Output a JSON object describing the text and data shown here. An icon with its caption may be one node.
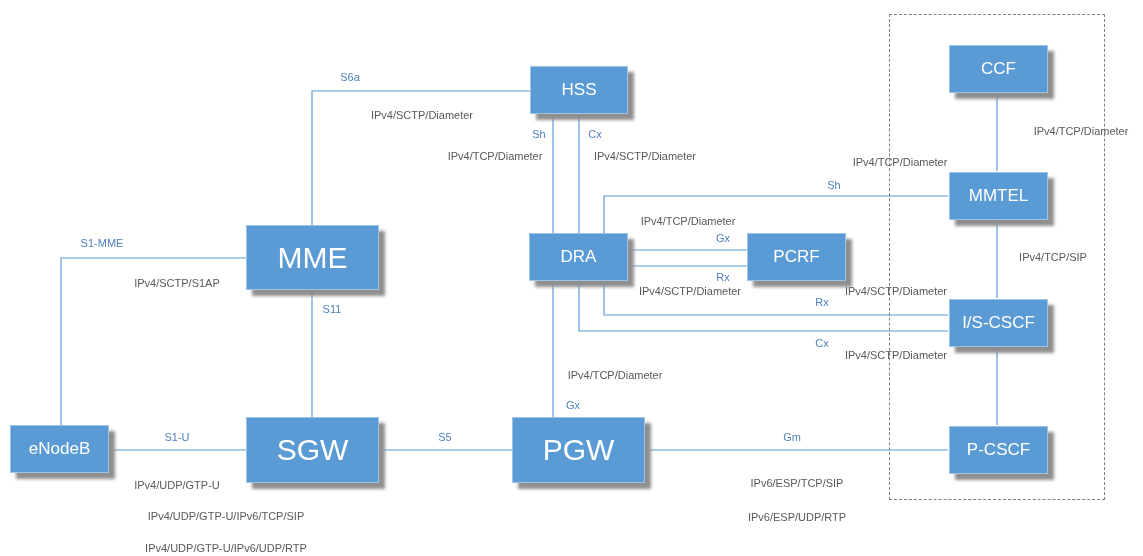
{
  "diagram": {
    "nodes": [
      {
        "text": [
          "HSS"
        ]
      },
      {
        "text": [
          "MME"
        ]
      },
      {
        "text": [
          "DRA"
        ]
      },
      {
        "text": [
          "PCRF"
        ]
      },
      {
        "text": [
          "eNodeB"
        ]
      },
      {
        "text": [
          "SGW"
        ]
      },
      {
        "text": [
          "PGW"
        ]
      },
      {
        "text": [],
        "shape": "box"
      },
      {
        "text": [
          "CCF"
        ],
        "in": 7
      },
      {
        "text": [
          "MMTEL"
        ],
        "in": 7
      },
      {
        "text": [
          "I/S-CSCF"
        ],
        "in": 7
      },
      {
        "text": [
          "P-CSCF"
        ],
        "in": 7
      }
    ],
    "edges": [
      {
        "from": 1,
        "to": 0,
        "arrow": "none",
        "label": "S6a"
      },
      {
        "from": 0,
        "to": 2,
        "arrow": "none",
        "label": "Sh"
      },
      {
        "from": 0,
        "to": 2,
        "arrow": "none",
        "label": "Cx"
      },
      {
        "from": 2,
        "to": 9,
        "arrow": "none",
        "label": "Sh"
      },
      {
        "from": 2,
        "to": 3,
        "arrow": "none",
        "label": "Gx"
      },
      {
        "from": 2,
        "to": 3,
        "arrow": "none",
        "label": "Rx"
      },
      {
        "from": 2,
        "to": 10,
        "arrow": "none",
        "label": "Rx"
      },
      {
        "from": 2,
        "to": 10,
        "arrow": "none",
        "label": "Cx"
      },
      {
        "from": 2,
        "to": 6,
        "arrow": "none",
        "label": "Gx"
      },
      {
        "from": 4,
        "to": 1,
        "arrow": "none",
        "label": "S1-MME"
      },
      {
        "from": 1,
        "to": 5,
        "arrow": "none",
        "label": "S11"
      },
      {
        "from": 4,
        "to": 5,
        "arrow": "none",
        "label": "S1-U"
      },
      {
        "from": 5,
        "to": 6,
        "arrow": "none",
        "label": "S5"
      },
      {
        "from": 6,
        "to": 11,
        "arrow": "none",
        "label": "Gm"
      },
      {
        "from": 8,
        "to": 9,
        "arrow": "none"
      },
      {
        "from": 9,
        "to": 10,
        "arrow": "none"
      },
      {
        "from": 10,
        "to": 11,
        "arrow": "none"
      }
    ],
    "labels": [
      "IPv4/SCTP/Diameter",
      "IPv4/TCP/Diameter",
      "IPv4/SCTP/Diameter",
      "IPv4/TCP/Diameter",
      "IPv4/TCP/Diameter",
      "IPv4/TCP/Diameter",
      "IPv4/TCP/SIP",
      "IPv4/SCTP/S1AP",
      "IPv4/SCTP/Diameter",
      "IPv4/SCTP/Diameter",
      "IPv4/SCTP/Diameter",
      "IPv4/TCP/Diameter",
      "IPv4/UDP/GTP-U",
      "IPv6/ESP/TCP/SIP",
      "IPv4/UDP/GTP-U/IPv6/TCP/SIP",
      "IPv6/ESP/UDP/RTP",
      "IPv4/UDP/GTP-U/IPv6/UDP/RTP"
    ]
  }
}
